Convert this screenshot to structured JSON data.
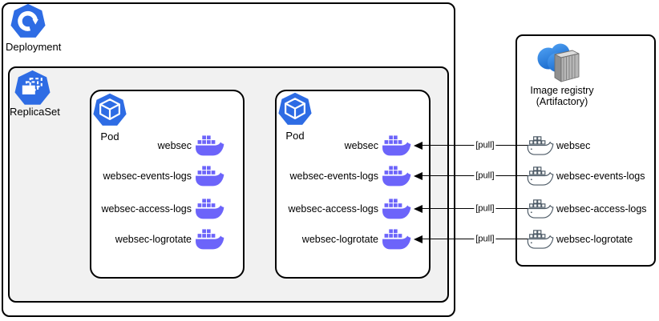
{
  "diagram": {
    "deployment": {
      "label": "Deployment"
    },
    "replicaset": {
      "label": "ReplicaSet"
    },
    "pods": [
      {
        "label": "Pod",
        "containers": [
          "websec",
          "websec-events-logs",
          "websec-access-logs",
          "websec-logrotate"
        ]
      },
      {
        "label": "Pod",
        "containers": [
          "websec",
          "websec-events-logs",
          "websec-access-logs",
          "websec-logrotate"
        ]
      }
    ],
    "registry": {
      "title": "Image registry",
      "subtitle": "(Artifactory)",
      "images": [
        "websec",
        "websec-events-logs",
        "websec-access-logs",
        "websec-logrotate"
      ]
    },
    "pull_label": "[pull]",
    "icons": {
      "deployment": "k8s-deployment-icon",
      "replicaset": "k8s-replicaset-icon",
      "pod": "k8s-pod-icon",
      "container": "docker-whale-icon",
      "registry": "cloud-container-icon"
    },
    "colors": {
      "k8s_blue": "#2E6CE4",
      "docker_purple": "#6C64FA",
      "registry_whale_outline": "#4D5A66",
      "replicaset_fill": "#F1F1F1",
      "border": "#000000"
    }
  }
}
